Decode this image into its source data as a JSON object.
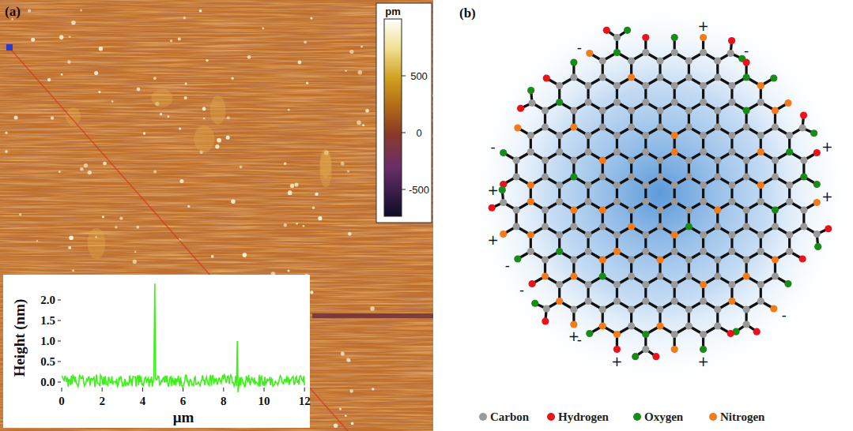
{
  "diagram": {
    "labels": [
      "(a)",
      "pm",
      "500",
      "0",
      "-500",
      "2.0",
      "1.5",
      "1.0",
      "0.5",
      "0.0",
      "Height (nm)",
      "0",
      "2",
      "4",
      "6",
      "8",
      "10",
      "12",
      "μm",
      "(b)",
      "-",
      "+",
      "-",
      "-",
      "+",
      "+",
      "+",
      "-",
      "+",
      "-",
      "+",
      "-",
      "+",
      "+",
      "-"
    ],
    "legend": [
      {
        "text": "Carbon",
        "color": "#9a9a9a"
      },
      {
        "text": "Hydrogen",
        "color": "#e8141c"
      },
      {
        "text": "Oxygen",
        "color": "#1a8a1a"
      },
      {
        "text": "Nitrogen",
        "color": "#f27b1c"
      }
    ]
  }
}
